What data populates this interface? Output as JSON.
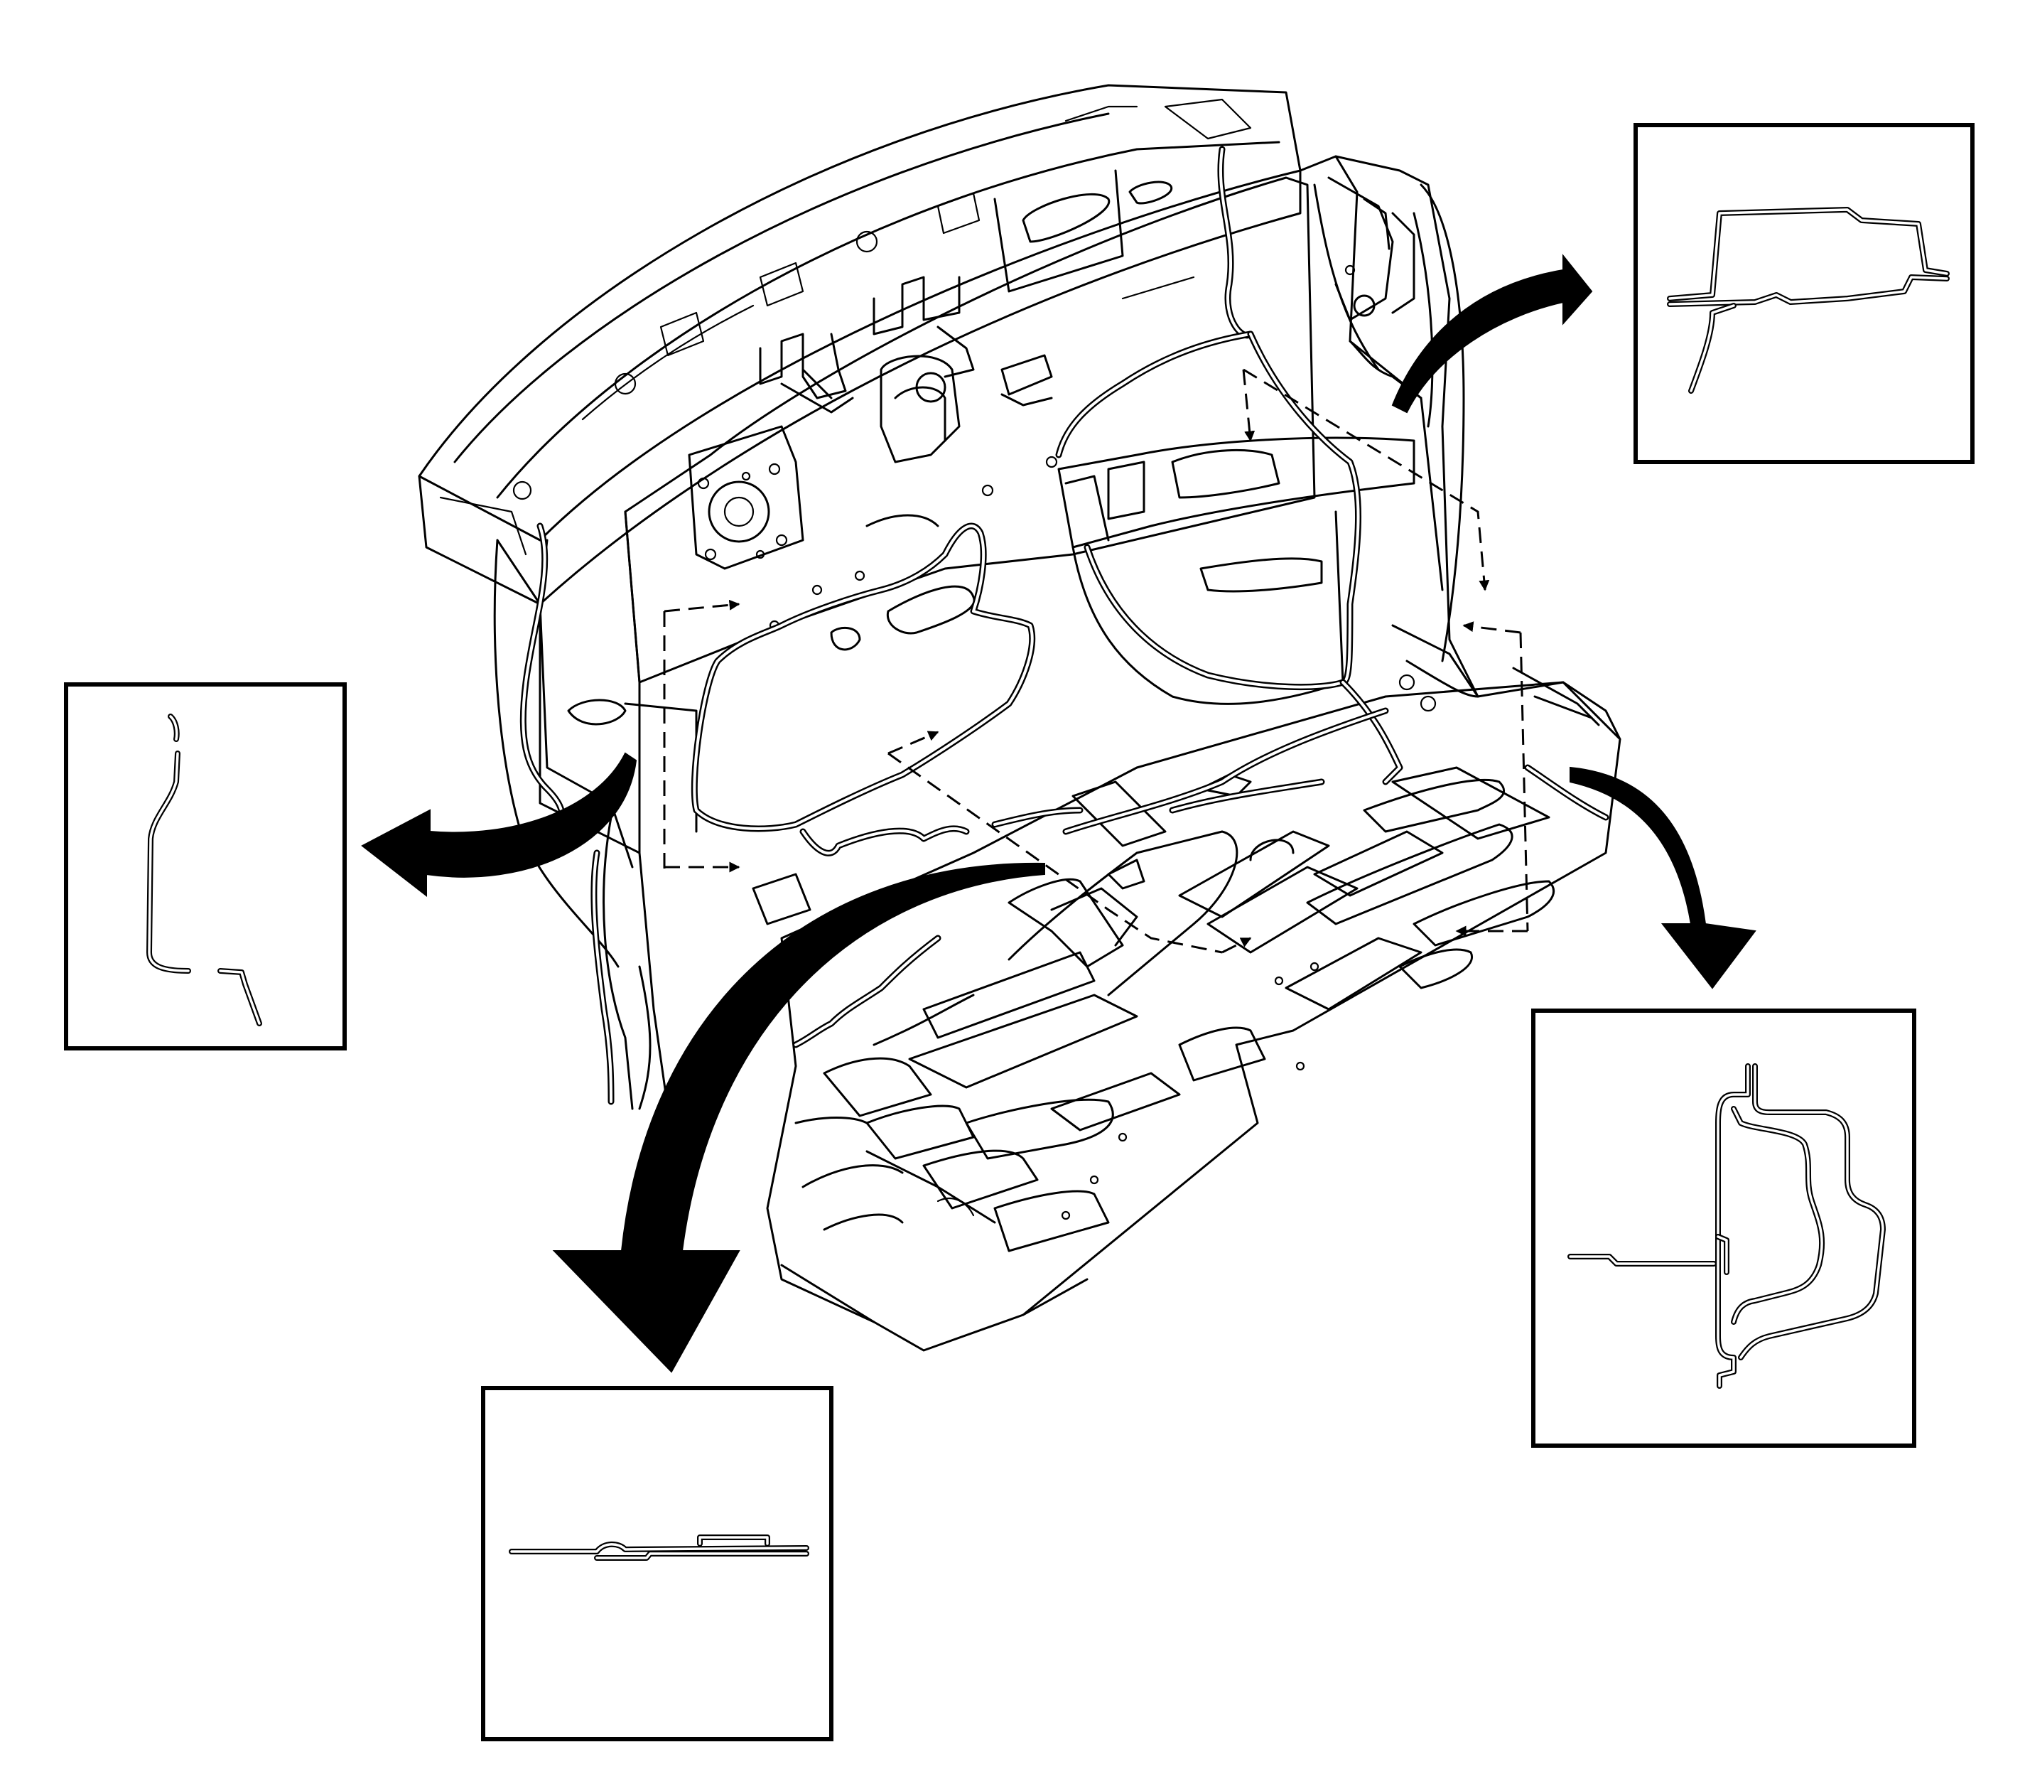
{
  "figure": {
    "subject": "vehicle-body-dash-and-floor-panel",
    "callout_count": 4,
    "callouts": [
      {
        "id": "upper-right",
        "section": "rocker-flange-section"
      },
      {
        "id": "left",
        "section": "dash-pillar-section"
      },
      {
        "id": "lower-right",
        "section": "rocker-channel-section"
      },
      {
        "id": "bottom",
        "section": "floor-lap-joint-section"
      }
    ]
  },
  "colors": {
    "line": "#000000",
    "background": "#ffffff"
  }
}
